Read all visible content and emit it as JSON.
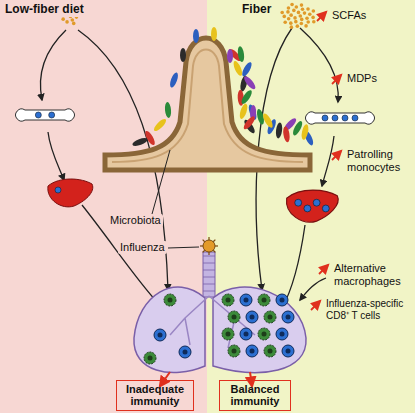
{
  "diagram": {
    "nodes": [
      {
        "text": [
          "Inadequate immunity"
        ]
      },
      {
        "text": [
          "Balanced immunity"
        ]
      }
    ],
    "labels": [
      "Low-fiber diet",
      "Fiber",
      "SCFAs",
      "Microbiota",
      "Influenza",
      "MDPs",
      "Patrolling monocytes",
      "Alternative macrophages",
      "Influenza-specific CD8⁺ T cells"
    ]
  }
}
